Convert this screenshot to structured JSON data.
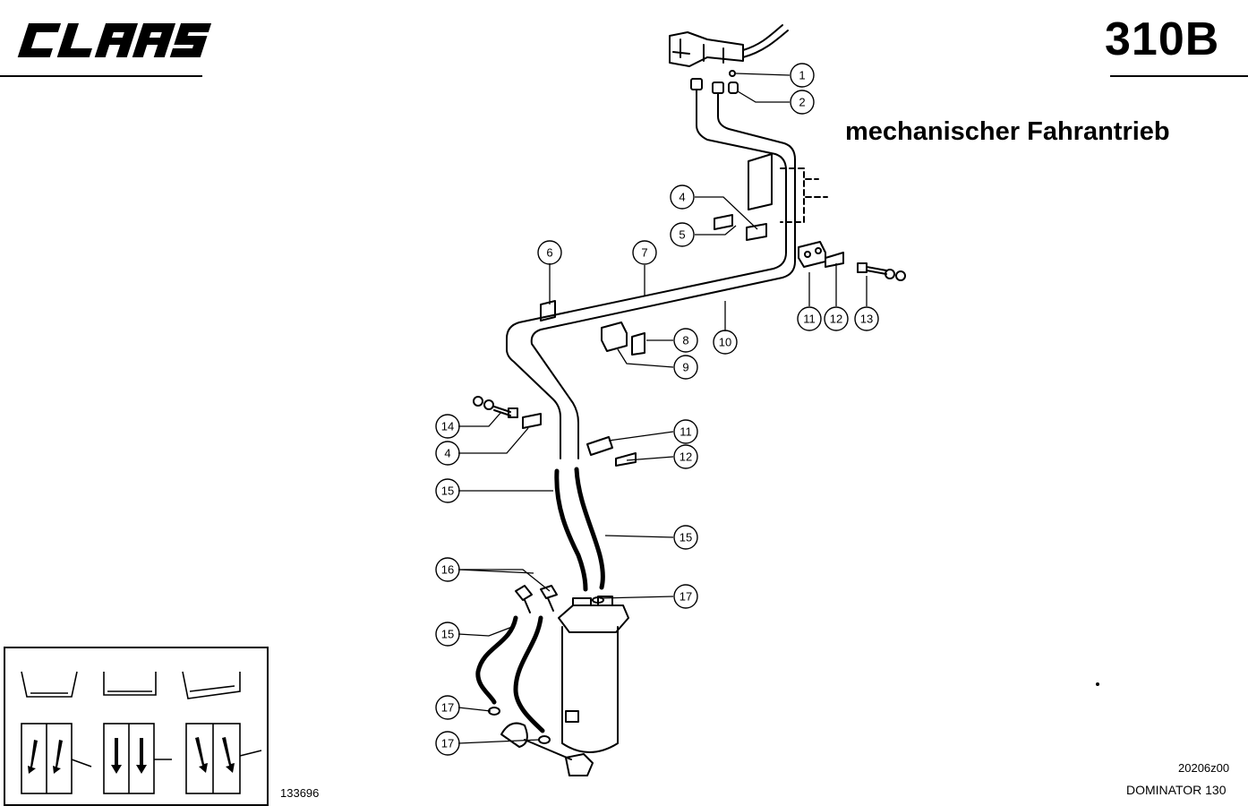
{
  "header": {
    "brand": "CLAAS",
    "page_code": "310B",
    "subtitle": "mechanischer Fahrantrieb"
  },
  "callouts": [
    {
      "label": "1"
    },
    {
      "label": "2"
    },
    {
      "label": "4"
    },
    {
      "label": "5"
    },
    {
      "label": "6"
    },
    {
      "label": "7"
    },
    {
      "label": "8"
    },
    {
      "label": "9"
    },
    {
      "label": "10"
    },
    {
      "label": "11"
    },
    {
      "label": "12"
    },
    {
      "label": "13"
    },
    {
      "label": "14"
    },
    {
      "label": "4"
    },
    {
      "label": "11"
    },
    {
      "label": "12"
    },
    {
      "label": "15"
    },
    {
      "label": "15"
    },
    {
      "label": "16"
    },
    {
      "label": "17"
    },
    {
      "label": "15"
    },
    {
      "label": "17"
    },
    {
      "label": "17"
    }
  ],
  "footer": {
    "doc_number": "133696",
    "drawing_ref": "20206z00",
    "model": "DOMINATOR 130"
  }
}
